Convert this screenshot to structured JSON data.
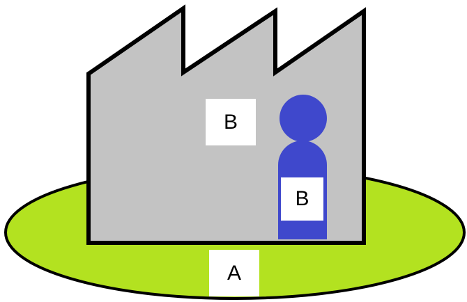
{
  "diagram": {
    "labels": {
      "ground": "A",
      "factory": "B",
      "person": "B"
    },
    "colors": {
      "ground_fill": "#b3e220",
      "factory_fill": "#c3c3c3",
      "person_fill": "#3f48cc",
      "outline": "#000000",
      "label_background": "#ffffff"
    }
  }
}
